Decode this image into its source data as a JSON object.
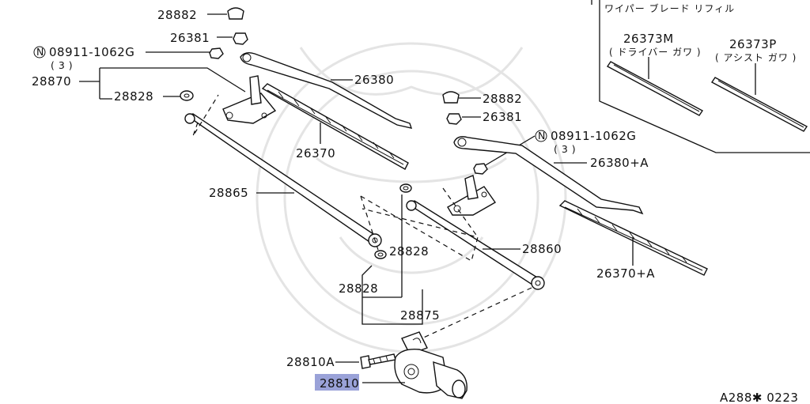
{
  "diagram_code": "A288✱ 0223",
  "refill_box": {
    "title": "ワイパー ブレード リフィル",
    "driver": {
      "part": "26373M",
      "side": "( ドライバー ガワ )"
    },
    "assist": {
      "part": "26373P",
      "side": "( アシスト ガワ )"
    }
  },
  "parts": {
    "p28882_top": "28882",
    "p26381_top": "26381",
    "nut_top": "08911-1062G",
    "nut_top_qty": "( 3 )",
    "p28870": "28870",
    "p28828_top": "28828",
    "p26380": "26380",
    "p26370": "26370",
    "p28865": "28865",
    "p28882_mid": "28882",
    "p26381_mid": "26381",
    "nut_mid": "08911-1062G",
    "nut_mid_qty": "( 3 )",
    "p26380a": "26380+A",
    "p28860": "28860",
    "p28828_mid": "28828",
    "p26370a": "26370+A",
    "p28828_low": "28828",
    "p28875": "28875",
    "p28810a": "28810A",
    "p28810": "28810"
  },
  "colors": {
    "highlight": "#9aa2d8",
    "line": "#111111"
  }
}
